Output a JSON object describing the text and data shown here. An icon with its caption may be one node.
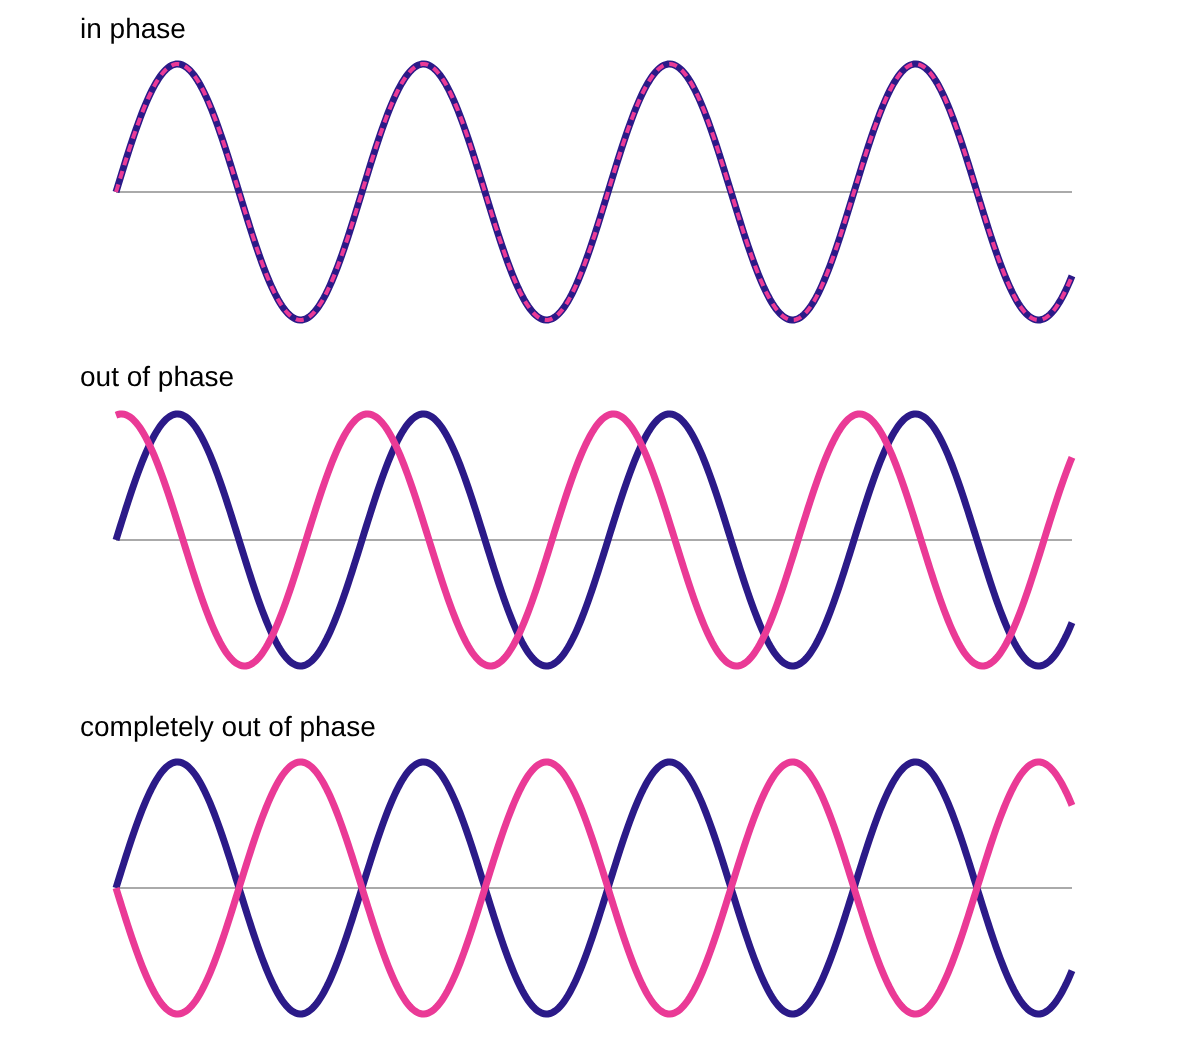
{
  "diagram": {
    "labels": [
      "in phase",
      "out of phase",
      "completely out of phase"
    ]
  }
}
